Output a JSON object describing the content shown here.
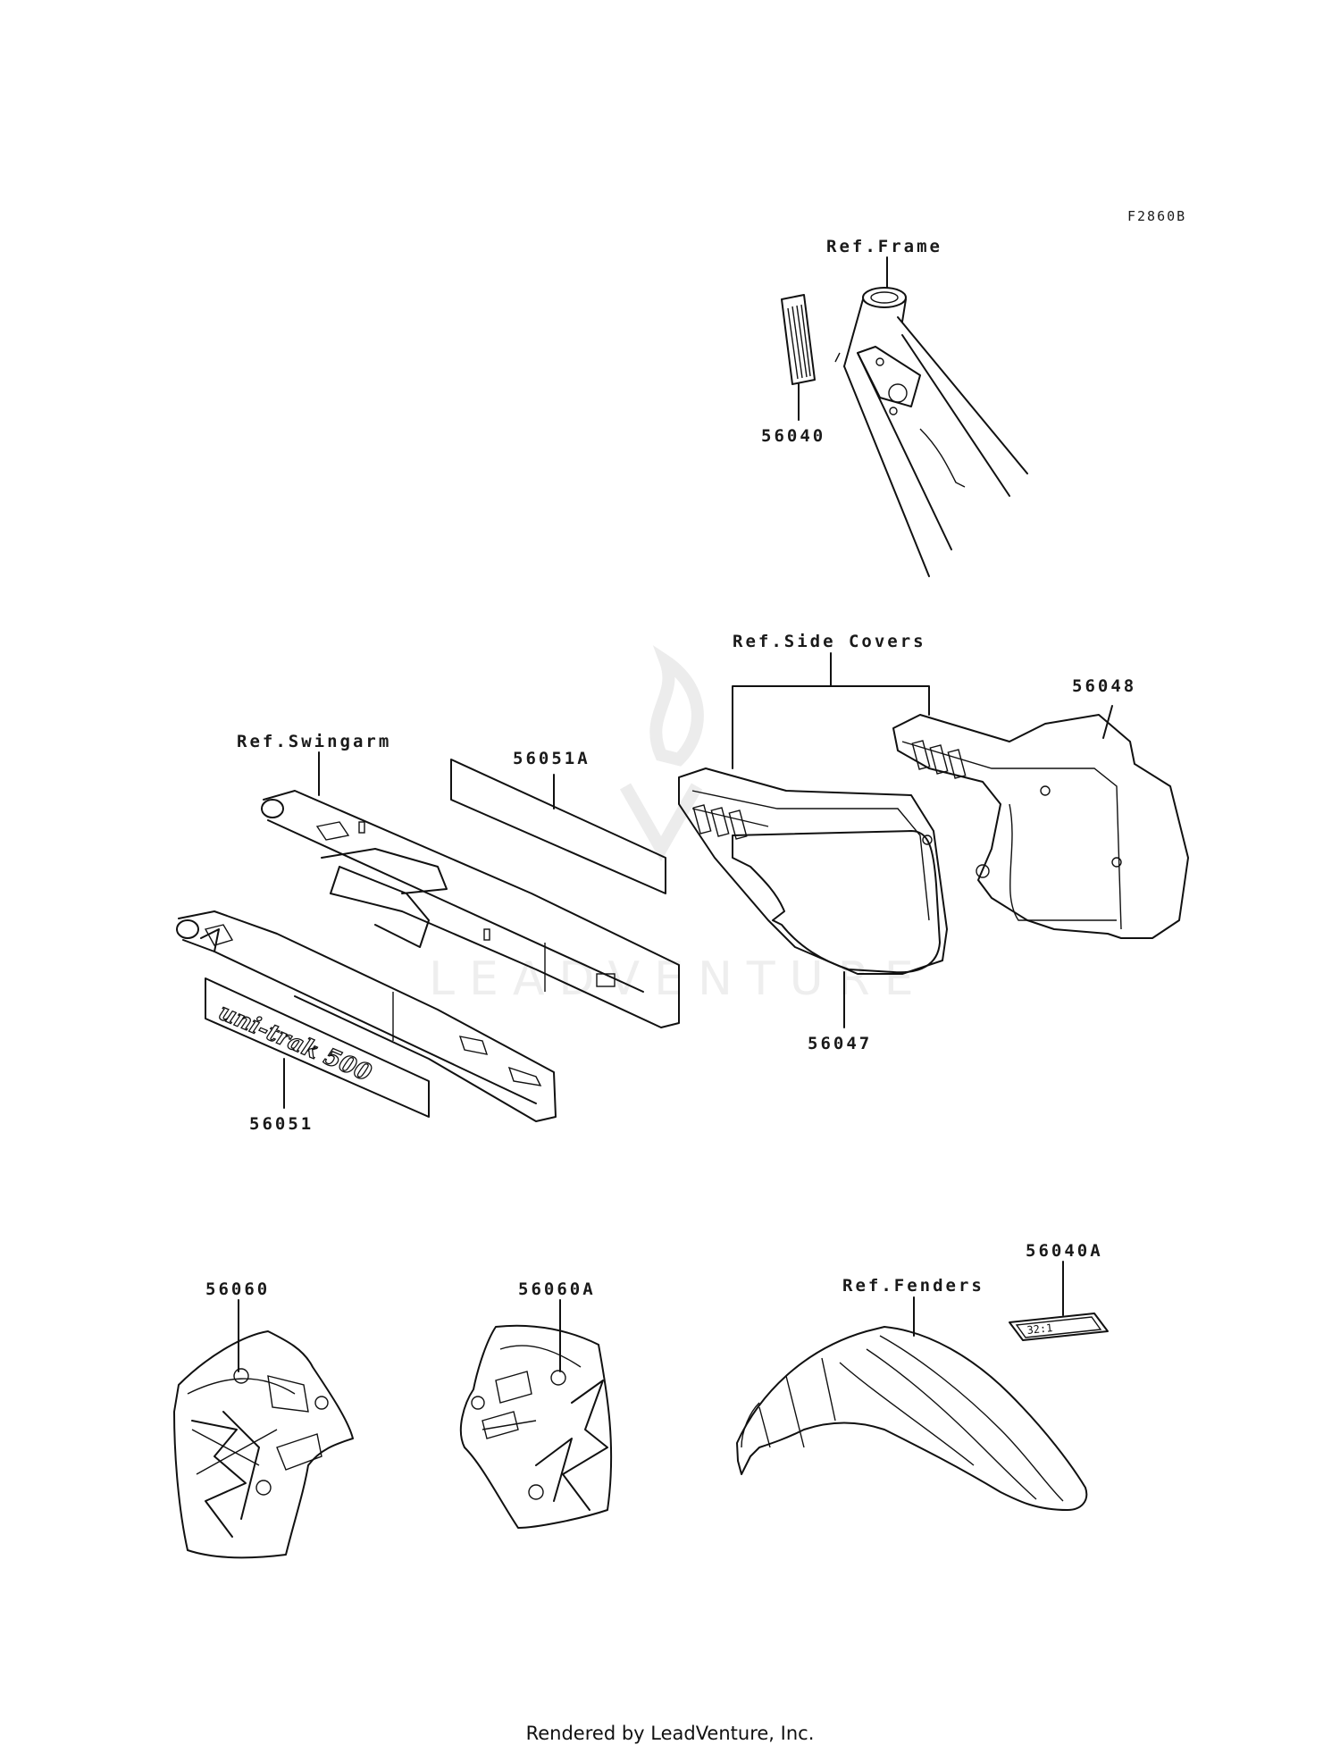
{
  "diagram": {
    "figure_code": "F2860B",
    "watermark": "LEADVENTURE",
    "footer": "Rendered by LeadVenture, Inc.",
    "refs": {
      "frame": "Ref.Frame",
      "side_covers": "Ref.Side Covers",
      "swingarm": "Ref.Swingarm",
      "fenders": "Ref.Fenders"
    },
    "parts": {
      "p56040": "56040",
      "p56048": "56048",
      "p56051A": "56051A",
      "p56047": "56047",
      "p56051": "56051",
      "p56060": "56060",
      "p56060A": "56060A",
      "p56040A": "56040A"
    },
    "decal_text": {
      "swingarm_decal": "uni-trak 500",
      "fender_decal": "32:1"
    }
  }
}
